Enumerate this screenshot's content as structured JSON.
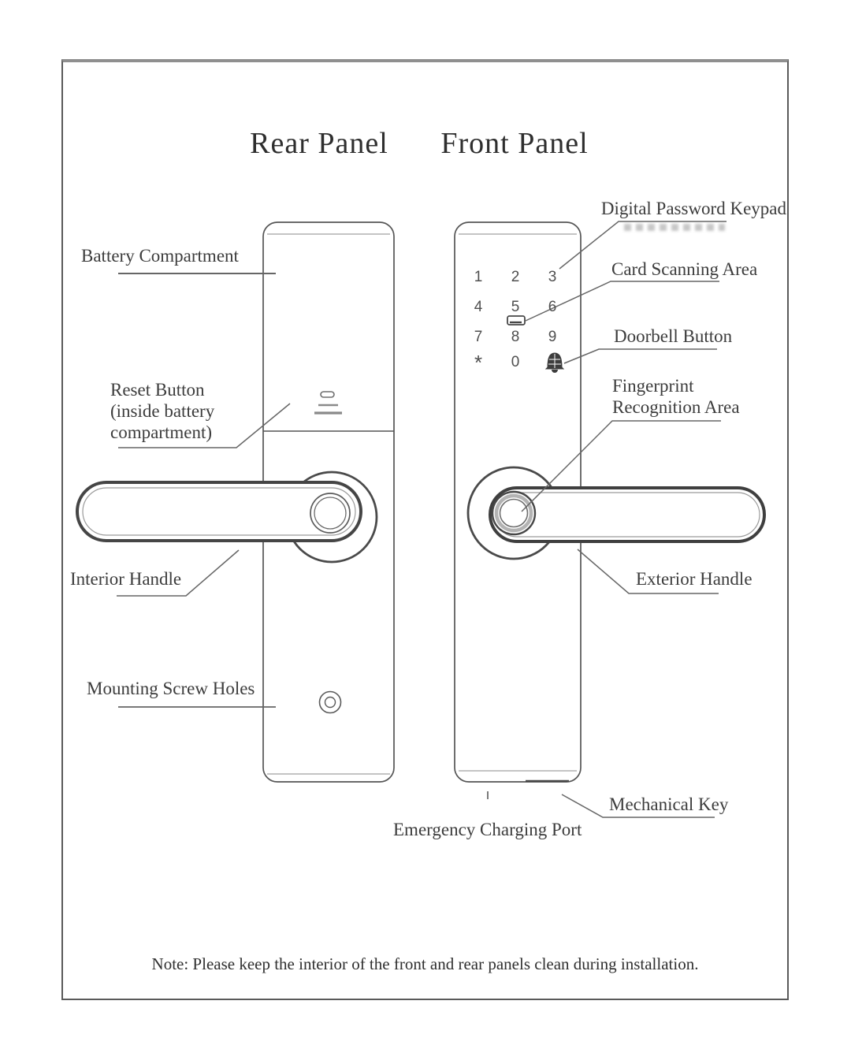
{
  "titles": {
    "rear": "Rear Panel",
    "front": "Front Panel"
  },
  "rear_labels": {
    "battery": "Battery Compartment",
    "reset": [
      "Reset Button",
      "(inside battery",
      "compartment)"
    ],
    "interior_handle": "Interior Handle",
    "mounting_screw_holes": "Mounting Screw Holes"
  },
  "front_labels": {
    "digital_keypad": "Digital Password Keypad",
    "card_scanning": "Card Scanning Area",
    "doorbell": "Doorbell Button",
    "fingerprint": [
      "Fingerprint",
      "Recognition Area"
    ],
    "exterior_handle": "Exterior Handle",
    "mechanical_key": "Mechanical Key",
    "charging_port": "Emergency Charging Port"
  },
  "keypad": {
    "keys": [
      "1",
      "2",
      "3",
      "4",
      "5",
      "6",
      "7",
      "8",
      "9",
      "*",
      "0"
    ],
    "doorbell_icon": "doorbell-icon",
    "card_icon": "card-icon"
  },
  "note": "Note: Please keep the interior of the front and rear panels clean during installation.",
  "colors": {
    "line": "#4f4f4f",
    "leader": "#666666",
    "label_text": "#3c3c3c",
    "keypad_text": "#4f4f4f",
    "border": "#5a5a5a",
    "background": "#ffffff"
  }
}
